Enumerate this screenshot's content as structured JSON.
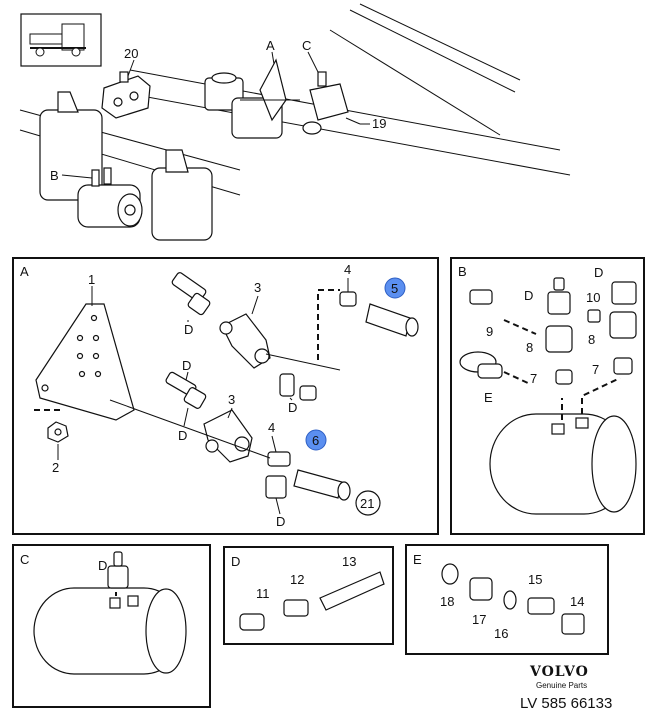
{
  "panels": {
    "A": "A",
    "B": "B",
    "C": "C",
    "D": "D",
    "E": "E"
  },
  "overview_labels": {
    "l20": "20",
    "lA": "A",
    "lC": "C",
    "l19": "19",
    "lB": "B"
  },
  "panelA_labels": {
    "l1": "1",
    "l2": "2",
    "l3a": "3",
    "l3b": "3",
    "l4a": "4",
    "l4b": "4",
    "l5": "5",
    "l6": "6",
    "l21": "21",
    "Da": "D",
    "Db": "D",
    "Dc": "D",
    "Dd": "D",
    "De": "D"
  },
  "panelB_labels": {
    "D1": "D",
    "D2": "D",
    "l10": "10",
    "l9": "9",
    "l8a": "8",
    "l8b": "8",
    "l7a": "7",
    "l7b": "7",
    "E": "E"
  },
  "panelC_labels": {
    "D": "D"
  },
  "panelD_labels": {
    "l11": "11",
    "l12": "12",
    "l13": "13"
  },
  "panelE_labels": {
    "l18": "18",
    "l17": "17",
    "l16": "16",
    "l15": "15",
    "l14": "14"
  },
  "highlight_color": "#5b8ff0",
  "icons": {
    "truck": "truck-icon"
  },
  "footer": {
    "brand": "VOLVO",
    "tagline": "Genuine Parts",
    "doc_number": "LV 585 66133"
  }
}
